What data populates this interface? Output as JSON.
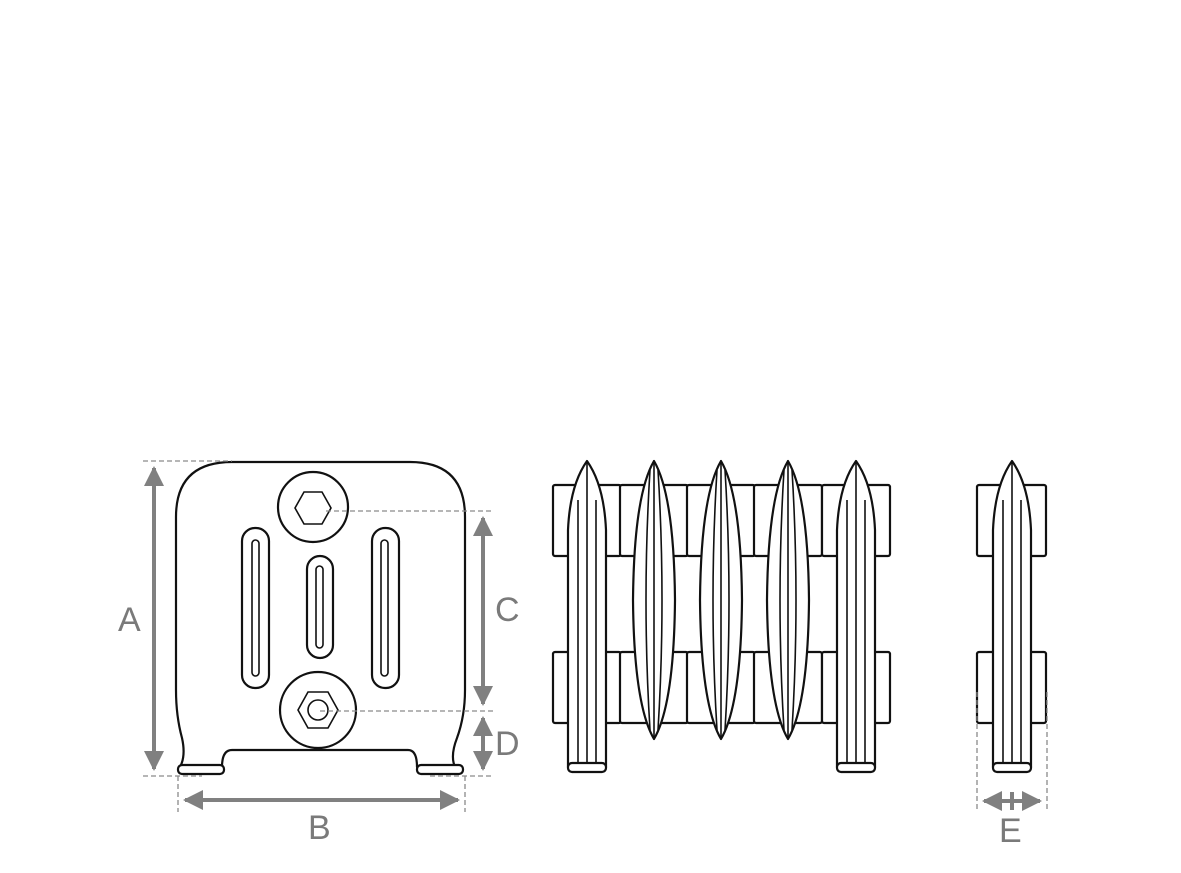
{
  "labels": {
    "a": "A",
    "b": "B",
    "c": "C",
    "d": "D",
    "e": "E"
  },
  "colors": {
    "line": "#111111",
    "dimension": "#808080",
    "label": "#7a7a7a"
  }
}
